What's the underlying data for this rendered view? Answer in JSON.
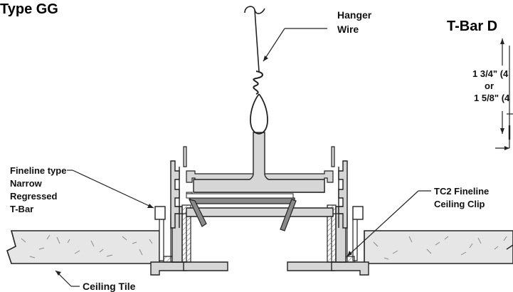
{
  "titles": {
    "left": "Type GG",
    "right": "T-Bar D"
  },
  "callouts": {
    "hanger_wire": [
      "Hanger",
      "Wire"
    ],
    "fineline": [
      "Fineline type",
      "Narrow",
      "Regressed",
      "T-Bar"
    ],
    "tc2_clip": [
      "TC2 Fineline",
      "Ceiling Clip"
    ],
    "ceiling_tile": "Ceiling Tile"
  },
  "dimension": {
    "line1": "1 3/4\" (4",
    "line2": "or",
    "line3": "1 5/8\" (4"
  },
  "colors": {
    "metal": "#d6d6d6",
    "metal_dark": "#8a8a8a",
    "tile": "#e6e6e6",
    "ink": "#222222",
    "hatch": "#9a9a9a"
  }
}
